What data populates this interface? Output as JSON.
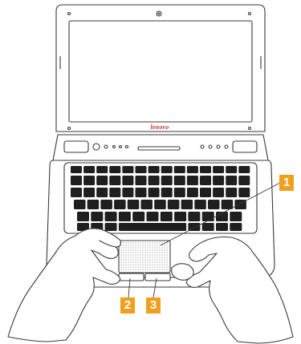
{
  "brand": "lenovo",
  "callouts": [
    {
      "label": "1",
      "target": "touchpad"
    },
    {
      "label": "2",
      "target": "left-click-button"
    },
    {
      "label": "3",
      "target": "right-click-button"
    }
  ],
  "colors": {
    "callout": "#f0a01e",
    "line": "#3a3a3a",
    "brand": "#c9302c"
  },
  "icons": [
    "laptop-icon",
    "left-hand-icon",
    "right-hand-icon"
  ]
}
